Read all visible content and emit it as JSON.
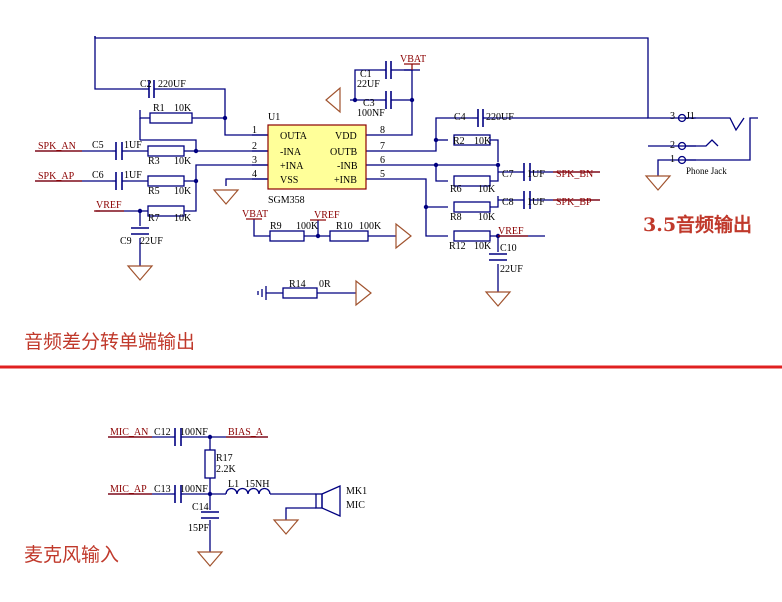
{
  "sections": {
    "diff_to_single_title": "音频差分转单端输出",
    "jack_title": "3.5音频输出",
    "mic_title": "麦克风输入"
  },
  "ic": {
    "ref": "U1",
    "part": "SGM358",
    "pins_left": [
      {
        "num": "1",
        "name": "OUTA"
      },
      {
        "num": "2",
        "name": "-INA"
      },
      {
        "num": "3",
        "name": "+INA"
      },
      {
        "num": "4",
        "name": "VSS"
      }
    ],
    "pins_right": [
      {
        "num": "8",
        "name": "VDD"
      },
      {
        "num": "7",
        "name": "OUTB"
      },
      {
        "num": "6",
        "name": "-INB"
      },
      {
        "num": "5",
        "name": "+INB"
      }
    ]
  },
  "nets": {
    "spk_an": "SPK_AN",
    "spk_ap": "SPK_AP",
    "spk_bn": "SPK_BN",
    "spk_bp": "SPK_BP",
    "vref": "VREF",
    "vbat": "VBAT",
    "mic_an": "MIC_AN",
    "mic_ap": "MIC_AP",
    "bias_a": "BIAS_A"
  },
  "components": {
    "C1": {
      "ref": "C1",
      "value": "22UF"
    },
    "C2": {
      "ref": "C2",
      "value": "220UF"
    },
    "C3": {
      "ref": "C3",
      "value": "100NF"
    },
    "C4": {
      "ref": "C4",
      "value": "220UF"
    },
    "C5": {
      "ref": "C5",
      "value": "1UF"
    },
    "C6": {
      "ref": "C6",
      "value": "1UF"
    },
    "C7": {
      "ref": "C7",
      "value": "1UF"
    },
    "C8": {
      "ref": "C8",
      "value": "1UF"
    },
    "C9": {
      "ref": "C9",
      "value": "22UF"
    },
    "C10": {
      "ref": "C10",
      "value": "22UF"
    },
    "C12": {
      "ref": "C12",
      "value": "100NF"
    },
    "C13": {
      "ref": "C13",
      "value": "100NF"
    },
    "C14": {
      "ref": "C14",
      "value": "15PF"
    },
    "R1": {
      "ref": "R1",
      "value": "10K"
    },
    "R2": {
      "ref": "R2",
      "value": "10K"
    },
    "R3": {
      "ref": "R3",
      "value": "10K"
    },
    "R5": {
      "ref": "R5",
      "value": "10K"
    },
    "R6": {
      "ref": "R6",
      "value": "10K"
    },
    "R7": {
      "ref": "R7",
      "value": "10K"
    },
    "R8": {
      "ref": "R8",
      "value": "10K"
    },
    "R9": {
      "ref": "R9",
      "value": "100K"
    },
    "R10": {
      "ref": "R10",
      "value": "100K"
    },
    "R12": {
      "ref": "R12",
      "value": "10K"
    },
    "R14": {
      "ref": "R14",
      "value": "0R"
    },
    "R17": {
      "ref": "R17",
      "value": "2.2K"
    },
    "L1": {
      "ref": "L1",
      "value": "15NH"
    },
    "J1": {
      "ref": "J1",
      "value": "Phone Jack",
      "pins": [
        "3",
        "2",
        "1"
      ]
    },
    "MK1": {
      "ref": "MK1",
      "value": "MIC"
    }
  },
  "colors": {
    "wire": "#000080",
    "net_label": "#8b0000",
    "title": "#c0392b",
    "divider": "#e02020",
    "ic_fill": "#ffff99",
    "ground": "#a0522d"
  }
}
